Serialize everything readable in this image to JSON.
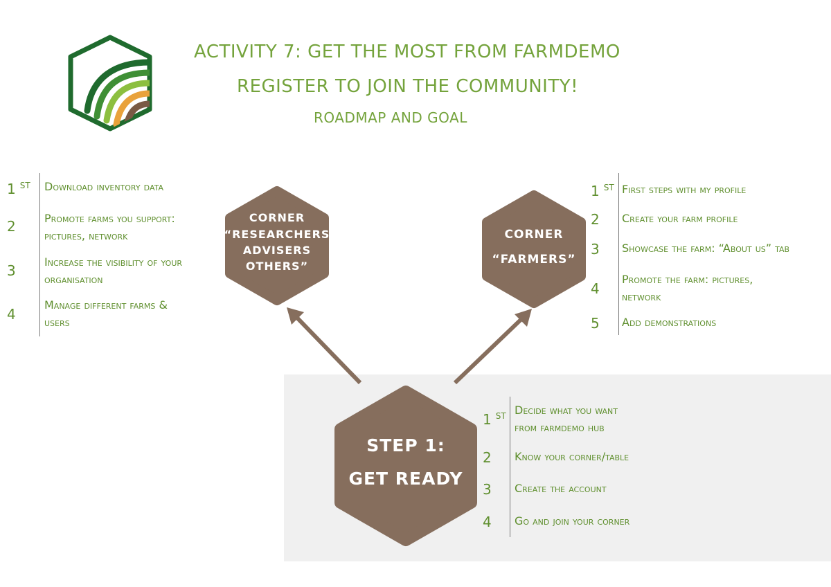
{
  "header": {
    "title_line1": "ACTIVITY 7:  GET THE MOST FROM FARMDEMO",
    "title_line2": "REGISTER TO JOIN THE COMMUNITY!",
    "subtitle": "ROADMAP AND GOAL"
  },
  "colors": {
    "accent_green": "#74a33c",
    "hex_brown": "#866e5d",
    "panel_gray": "#f0f0f0"
  },
  "logo": {
    "icon": "farmdemo-logo-icon"
  },
  "researchers": {
    "hex_lines": [
      "CORNER",
      "“RESEARCHERS",
      "ADVISERS",
      "OTHERS”"
    ],
    "items": [
      {
        "num": "1",
        "sup": "ST",
        "text_lines": [
          "Download inventory data"
        ]
      },
      {
        "num": "2",
        "sup": "",
        "text_lines": [
          "Promote farms you support:",
          "pictures, network"
        ]
      },
      {
        "num": "3",
        "sup": "",
        "text_lines": [
          "Increase the visibility of your",
          "organisation"
        ]
      },
      {
        "num": "4",
        "sup": "",
        "text_lines": [
          "Manage different farms &",
          "users"
        ]
      }
    ]
  },
  "farmers": {
    "hex_lines": [
      "CORNER",
      "“FARMERS”"
    ],
    "items": [
      {
        "num": "1",
        "sup": "ST",
        "text_lines": [
          "First steps with my profile"
        ]
      },
      {
        "num": "2",
        "sup": "",
        "text_lines": [
          "Create your farm profile"
        ]
      },
      {
        "num": "3",
        "sup": "",
        "text_lines": [
          "Showcase the farm: “About us” tab"
        ]
      },
      {
        "num": "4",
        "sup": "",
        "text_lines": [
          "Promote the farm: pictures,",
          "network"
        ]
      },
      {
        "num": "5",
        "sup": "",
        "text_lines": [
          "Add demonstrations"
        ]
      }
    ]
  },
  "step1": {
    "hex_lines": [
      "STEP 1:",
      "GET READY"
    ],
    "items": [
      {
        "num": "1",
        "sup": "ST",
        "text_lines": [
          "Decide what you want",
          "from farmdemo hub"
        ]
      },
      {
        "num": "2",
        "sup": "",
        "text_lines": [
          "Know your corner/table"
        ]
      },
      {
        "num": "3",
        "sup": "",
        "text_lines": [
          "Create the account"
        ]
      },
      {
        "num": "4",
        "sup": "",
        "text_lines": [
          "Go and join your corner"
        ]
      }
    ]
  }
}
